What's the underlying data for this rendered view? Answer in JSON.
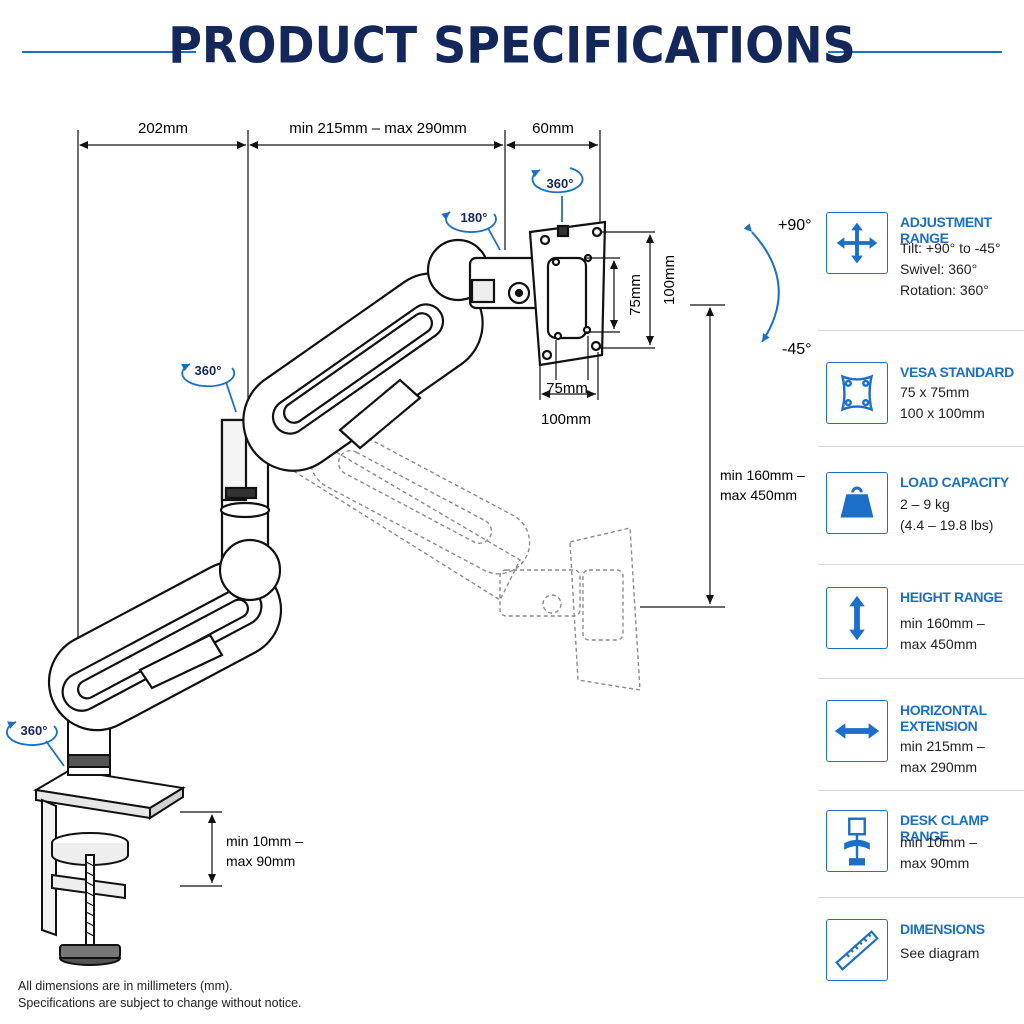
{
  "header": {
    "title": "PRODUCT SPECIFICATIONS"
  },
  "dimensions": {
    "base_to_pole": "202mm",
    "arm_extension": "min 215mm – max 290mm",
    "head_depth": "60mm",
    "vesa_h75": "75mm",
    "vesa_h100": "100mm",
    "vesa_w75": "75mm",
    "vesa_w100": "100mm",
    "height_range_line1": "min 160mm –",
    "height_range_line2": "max 450mm",
    "clamp_line1": "min 10mm –",
    "clamp_line2": "max 90mm",
    "tilt_up": "+90°",
    "tilt_down": "-45°"
  },
  "rotation_badges": {
    "head_360": "360°",
    "joint_180": "180°",
    "elbow_360": "360°",
    "base_360": "360°"
  },
  "specs": [
    {
      "icon": "move-arrows-icon",
      "title": "ADJUSTMENT RANGE",
      "lines": [
        "Tilt: +90° to -45°",
        "Swivel: 360°",
        "Rotation: 360°"
      ]
    },
    {
      "icon": "vesa-plate-icon",
      "title": "VESA STANDARD",
      "lines": [
        "75 x 75mm",
        "100 x 100mm"
      ]
    },
    {
      "icon": "weight-icon",
      "title": "LOAD CAPACITY",
      "lines": [
        "2 – 9 kg",
        "(4.4 – 19.8 lbs)"
      ]
    },
    {
      "icon": "vertical-arrow-icon",
      "title": "HEIGHT RANGE",
      "lines": [
        "min 160mm –",
        "max 450mm"
      ]
    },
    {
      "icon": "horizontal-arrow-icon",
      "title": "HORIZONTAL EXTENSION",
      "lines": [
        "min 215mm –",
        "max 290mm"
      ]
    },
    {
      "icon": "clamp-icon",
      "title": "DESK CLAMP RANGE",
      "lines": [
        "min 10mm –",
        "max 90mm"
      ]
    },
    {
      "icon": "ruler-icon",
      "title": "DIMENSIONS",
      "lines": [
        "See diagram"
      ]
    }
  ],
  "footnote": {
    "line1": "All dimensions are in millimeters (mm).",
    "line2": "Specifications are subject to change without notice."
  },
  "colors": {
    "accent": "#1b6fc8",
    "title": "#13275a",
    "line": "#111111"
  }
}
